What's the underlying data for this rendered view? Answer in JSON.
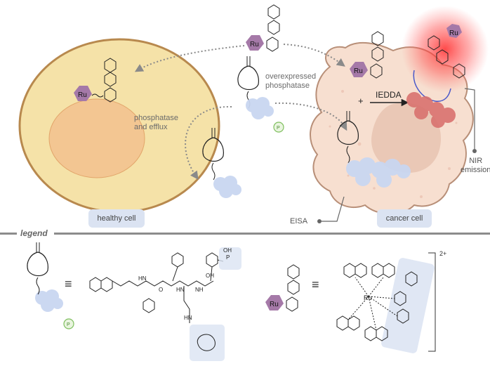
{
  "labels": {
    "overexpressed": [
      "overexpressed",
      "phosphatase"
    ],
    "phosphatase_efflux": [
      "phosphatase",
      "and efflux"
    ],
    "plus": "+",
    "iedda": "IEDDA",
    "nir": [
      "NIR",
      "emission"
    ],
    "eisa": "EISA",
    "healthy_cell": "healthy cell",
    "cancer_cell": "cancer cell",
    "legend": "legend",
    "equiv": "≡",
    "charge": "2+",
    "ru": "Ru",
    "p": "P",
    "h": "H"
  },
  "peptide_atoms": {
    "h": "H",
    "n": "N",
    "o": "O",
    "oh": "OH",
    "hn": "HN",
    "p": "P",
    "nh": "NH"
  },
  "colors": {
    "healthy_outer": "#f5e2a8",
    "healthy_border": "#b8894e",
    "healthy_nucleus": "#f3c692",
    "cancer_fill": "#f7dfd0",
    "cancer_border": "#b88f78",
    "cancer_nucleus": "#eac8b6",
    "ru_purple": "#a579a8",
    "protein_blue": "#c9d6f1",
    "protein_red": "#d9726e",
    "glow_red": "#ff2a2a",
    "phosphate_green": "#7fbf5f",
    "tag_blue": "#dbe3f2"
  }
}
